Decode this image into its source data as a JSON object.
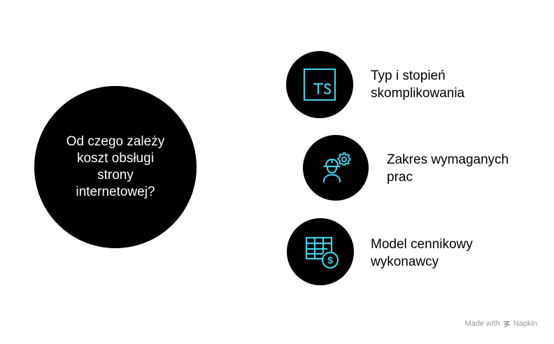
{
  "center": {
    "text": "Od czego zależy koszt obsługi strony internetowej?"
  },
  "items": [
    {
      "label": "Typ i stopień skomplikowania",
      "icon": "typescript-icon"
    },
    {
      "label": "Zakres wymaganych prac",
      "icon": "engineer-gear-icon"
    },
    {
      "label": "Model cennikowy wykonawcy",
      "icon": "pricing-table-icon"
    }
  ],
  "footer": {
    "made_with": "Made with",
    "brand": "Napkin"
  },
  "colors": {
    "circle": "#000000",
    "icon_accent": "#3fd0e6",
    "text": "#000000",
    "footer": "#9a9a9a"
  }
}
